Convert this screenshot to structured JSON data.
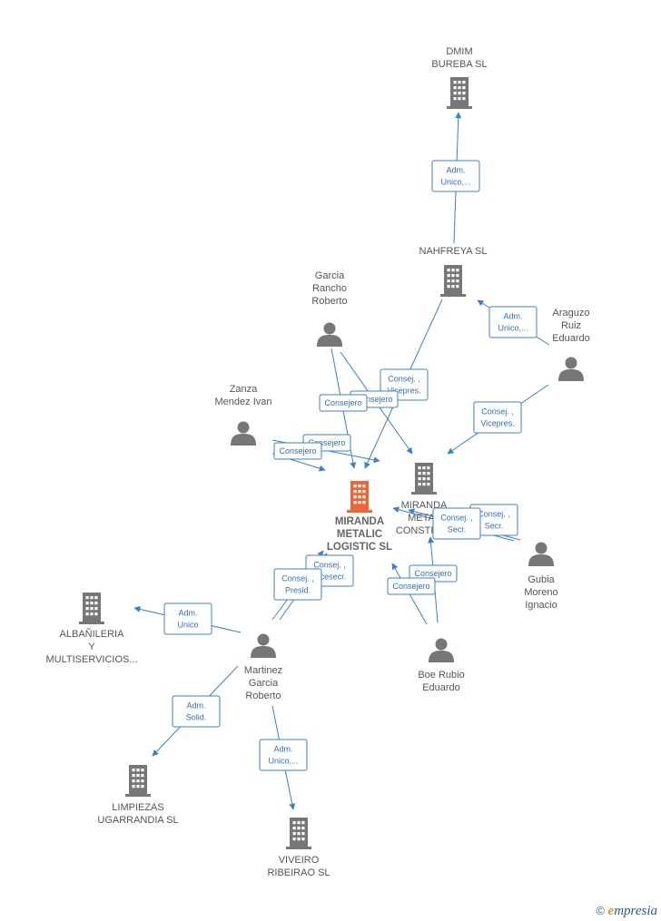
{
  "colors": {
    "edge": "#3b7fd1",
    "building": "#777777",
    "building_main": "#ee6633",
    "person": "#777777"
  },
  "nodes": [
    {
      "id": "dmim",
      "type": "company",
      "lines": [
        "DMIM",
        "BUREBA  SL"
      ]
    },
    {
      "id": "nahfreya",
      "type": "company",
      "lines": [
        "NAHFREYA  SL"
      ]
    },
    {
      "id": "garcia_rancho",
      "type": "person",
      "lines": [
        "Garcia",
        "Rancho",
        "Roberto"
      ]
    },
    {
      "id": "araguzo",
      "type": "person",
      "lines": [
        "Araguzo",
        "Ruiz",
        "Eduardo"
      ]
    },
    {
      "id": "zanza",
      "type": "person",
      "lines": [
        "Zanza",
        "Mendez Ivan"
      ]
    },
    {
      "id": "miranda_logistic",
      "type": "company",
      "main": true,
      "lines": [
        "MIRANDA",
        "METALIC",
        "LOGISTIC  SL"
      ]
    },
    {
      "id": "miranda_construc",
      "type": "company",
      "lines": [
        "MIRANDA",
        "METAL",
        "CONSTRUC"
      ]
    },
    {
      "id": "gubia",
      "type": "person",
      "lines": [
        "Gubia",
        "Moreno",
        "Ignacio"
      ]
    },
    {
      "id": "albanileria",
      "type": "company",
      "lines": [
        "ALBAÑILERIA",
        "Y",
        "MULTISERVICIOS..."
      ]
    },
    {
      "id": "martinez",
      "type": "person",
      "lines": [
        "Martinez",
        "Garcia",
        "Roberto"
      ]
    },
    {
      "id": "boe",
      "type": "person",
      "lines": [
        "Boe Rubio",
        "Eduardo"
      ]
    },
    {
      "id": "limpiezas",
      "type": "company",
      "lines": [
        "LIMPIEZAS",
        "UGARRANDIA SL"
      ]
    },
    {
      "id": "viveiro",
      "type": "company",
      "lines": [
        "VIVEIRO",
        "RIBEIRAO  SL"
      ]
    }
  ],
  "edges": [
    {
      "from": "nahfreya",
      "to": "dmim",
      "lines": [
        "Adm.",
        "Unico,..."
      ]
    },
    {
      "from": "araguzo",
      "to": "nahfreya",
      "lines": [
        "Adm.",
        "Unico,..."
      ]
    },
    {
      "from": "nahfreya",
      "to": "miranda_logistic",
      "lines": [
        "Consej. ,",
        "Vicepres."
      ]
    },
    {
      "from": "araguzo",
      "to": "miranda_construc",
      "lines": [
        "Consej. ,",
        "Vicepres."
      ]
    },
    {
      "from": "garcia_rancho",
      "to": "miranda_construc",
      "lines": [
        "Consejero"
      ]
    },
    {
      "from": "garcia_rancho",
      "to": "miranda_logistic",
      "lines": [
        "Consejero"
      ]
    },
    {
      "from": "zanza",
      "to": "miranda_construc",
      "lines": [
        "Consejero"
      ]
    },
    {
      "from": "zanza",
      "to": "miranda_logistic",
      "lines": [
        "Consejero"
      ]
    },
    {
      "from": "gubia",
      "to": "miranda_construc",
      "lines": [
        "Consej. ,",
        "Secr."
      ]
    },
    {
      "from": "gubia",
      "to": "miranda_logistic",
      "lines": [
        "Consej. ,",
        "Secr."
      ]
    },
    {
      "from": "boe",
      "to": "miranda_construc",
      "lines": [
        "Consejero"
      ]
    },
    {
      "from": "boe",
      "to": "miranda_logistic",
      "lines": [
        "Consejero"
      ]
    },
    {
      "from": "martinez",
      "to": "miranda_logistic",
      "lines": [
        "Consej. ,",
        "Vicesecr."
      ]
    },
    {
      "from": "martinez",
      "to": "miranda_logistic",
      "lines": [
        "Consej. ,",
        "Presid."
      ]
    },
    {
      "from": "martinez",
      "to": "albanileria",
      "lines": [
        "Adm.",
        "Unico"
      ]
    },
    {
      "from": "martinez",
      "to": "limpiezas",
      "lines": [
        "Adm.",
        "Solid."
      ]
    },
    {
      "from": "martinez",
      "to": "viveiro",
      "lines": [
        "Adm.",
        "Unico,..."
      ]
    }
  ],
  "footer": {
    "copyright": "©",
    "brand_initial": "e",
    "brand_rest": "mpresia"
  }
}
